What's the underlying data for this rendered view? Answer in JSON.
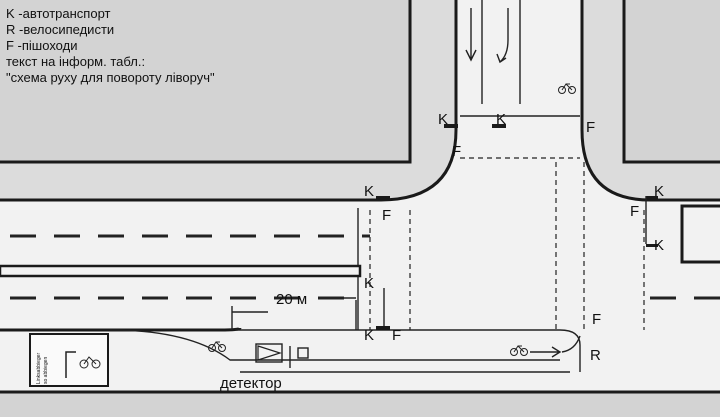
{
  "legend": {
    "line1": "K -автотранспорт",
    "line2": "R -велосипедисти",
    "line3": "F -пішоходи",
    "line4": "текст на інформ. табл.:",
    "line5": "\"схема руху для повороту ліворуч\""
  },
  "labels": {
    "k": "K",
    "f": "F",
    "r": "R",
    "distance": "20 м",
    "detector": "детектор"
  },
  "sign": {
    "text_line1": "Linksabbieger",
    "text_line2": "so abbiegen"
  },
  "colors": {
    "road": "#f2f2f2",
    "block": "#d3d3d3",
    "ink": "#1a1a1a"
  }
}
